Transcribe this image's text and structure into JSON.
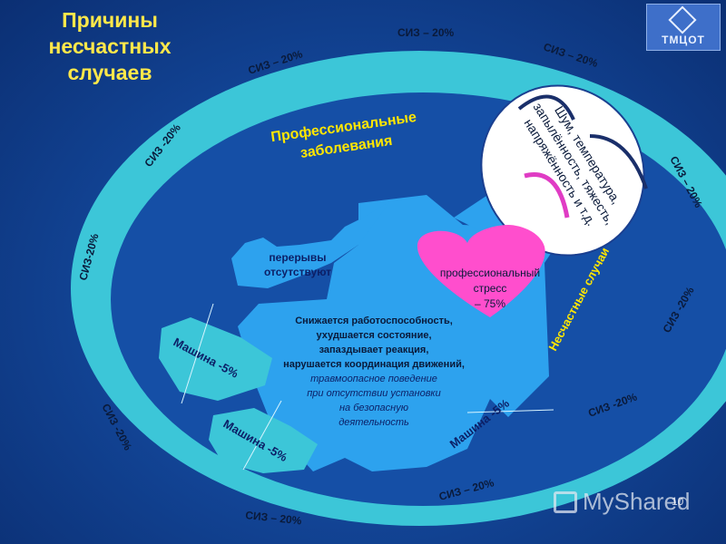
{
  "title": "Причины несчастных случаев",
  "title_lines": [
    "Причины",
    "несчастных",
    "случаев"
  ],
  "logo_text": "ТМЦОТ",
  "ring_labels": [
    "СИЗ – 20%",
    "СИЗ – 20%",
    "СИЗ – 20%",
    "СИЗ -20%",
    "СИЗ-20%",
    "СИЗ – 20%",
    "СИЗ -20%",
    "СИЗ -20%",
    "СИЗ – 20%",
    "СИЗ -20%",
    "СИЗ – 20%"
  ],
  "occupational_diseases": [
    "Профессиональные",
    "заболевания"
  ],
  "factors": [
    "Шум, температура,",
    "запылённость, тяжесть,",
    "напряжённость и т.д."
  ],
  "breaks": [
    "перерывы",
    "отсутствуют"
  ],
  "stress": [
    "профессиональный",
    "стресс",
    "– 75%"
  ],
  "effects": [
    "Снижается работоспособность,",
    "ухудшается состояние,",
    "запаздывает реакция,",
    "нарушается координация движений,"
  ],
  "traumatic_behavior": [
    "травмоопасное поведение",
    "при отсутствии установки",
    "на безопасную",
    "деятельность"
  ],
  "machine_labels": [
    "Машина -5%",
    "Машина -5%",
    "Машина -5%"
  ],
  "accidents": "Несчастные случаи",
  "watermark": "MyShared",
  "page_number": "10",
  "colors": {
    "ring": "#3cc6d8",
    "shape": "#2da2ee",
    "heart": "#ff4ecd",
    "title": "#ffe84a",
    "accent_yellow": "#ffe600",
    "background": "#13479a"
  }
}
